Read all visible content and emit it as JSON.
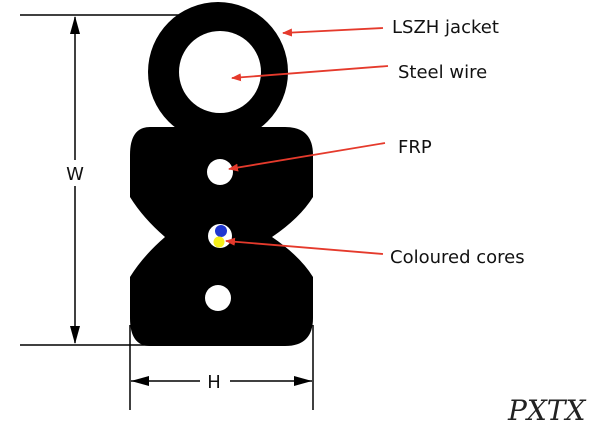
{
  "labels": {
    "jacket": "LSZH jacket",
    "steel_wire": "Steel wire",
    "frp": "FRP",
    "cores": "Coloured cores"
  },
  "dimensions": {
    "width": "W",
    "height": "H"
  },
  "watermark": "PXTX",
  "colors": {
    "cable": "#000000",
    "arrow": "#e53a2c",
    "core_blue": "#1f36d0",
    "core_yellow": "#f5ee1a",
    "hole": "#ffffff"
  }
}
